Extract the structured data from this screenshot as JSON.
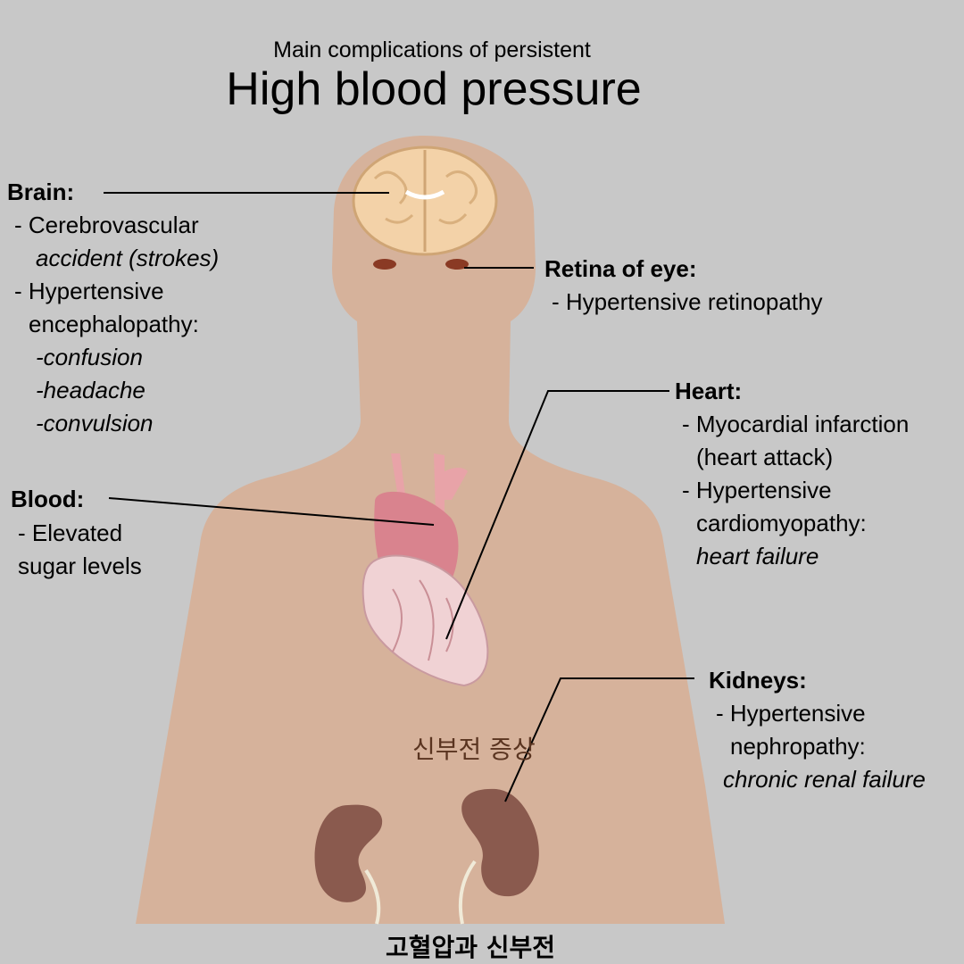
{
  "header": {
    "subtitle": "Main complications of persistent",
    "title": "High blood pressure"
  },
  "brain": {
    "heading": "Brain:",
    "line1": "- Cerebrovascular",
    "line2": "accident  (strokes)",
    "line3": "- Hypertensive",
    "line4": "encephalopathy:",
    "line5": "-confusion",
    "line6": "-headache",
    "line7": "-convulsion"
  },
  "retina": {
    "heading": "Retina of eye:",
    "line1": "- Hypertensive retinopathy"
  },
  "heart": {
    "heading": "Heart:",
    "line1": "- Myocardial infarction",
    "line2": "(heart attack)",
    "line3": "- Hypertensive",
    "line4": "cardiomyopathy:",
    "line5": "heart failure"
  },
  "blood": {
    "heading": "Blood:",
    "line1": "- Elevated",
    "line2": "sugar levels"
  },
  "kidneys": {
    "heading": "Kidneys:",
    "line1": "- Hypertensive",
    "line2": "nephropathy:",
    "line3": "chronic renal failure"
  },
  "overlay": {
    "center_caption": "신부전 증상",
    "bottom_caption": "고혈압과 신부전"
  },
  "colors": {
    "skin": "#d6b29b",
    "brain": "#f3d2a8",
    "heart": "#e8a3a8",
    "kidney": "#8a5a4e",
    "caption_brown": "#5a3420"
  }
}
